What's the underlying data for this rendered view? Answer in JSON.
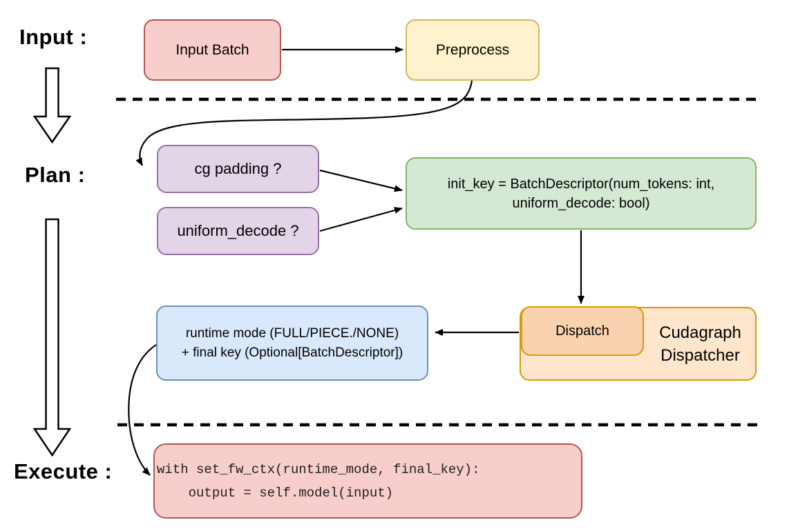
{
  "diagram": {
    "stages": {
      "input": "Input :",
      "plan": "Plan :",
      "execute": "Execute :"
    },
    "nodes": {
      "input_batch": {
        "label": "Input Batch",
        "fill": "#f8cecc",
        "stroke": "#b85450"
      },
      "preprocess": {
        "label": "Preprocess",
        "fill": "#fff2cc",
        "stroke": "#d6b656"
      },
      "cg_padding": {
        "label": "cg padding ?",
        "fill": "#e1d5e7",
        "stroke": "#9673a6"
      },
      "uniform_decode": {
        "label": "uniform_decode ?",
        "fill": "#e1d5e7",
        "stroke": "#9673a6"
      },
      "init_key": {
        "line1": "init_key = BatchDescriptor(num_tokens: int,",
        "line2": "uniform_decode: bool)",
        "fill": "#d5e8d4",
        "stroke": "#82b366"
      },
      "runtime_mode": {
        "line1": "runtime mode (FULL/PIECE./NONE)",
        "line2": "+ final key (Optional[BatchDescriptor])",
        "fill": "#dae8fc",
        "stroke": "#6c8ebf"
      },
      "cudagraph_dispatcher": {
        "line1": "Cudagraph",
        "line2": "Dispatcher",
        "fill": "#ffe6cc",
        "stroke": "#d79b00"
      },
      "dispatch": {
        "label": "Dispatch",
        "fill": "#fad2b0",
        "stroke": "#d79b00"
      },
      "execute_code": {
        "line1": "with set_fw_ctx(runtime_mode, final_key):",
        "line2": "    output = self.model(input)",
        "fill": "#f8cecc",
        "stroke": "#b85450"
      }
    },
    "connector_color": "#000000"
  }
}
